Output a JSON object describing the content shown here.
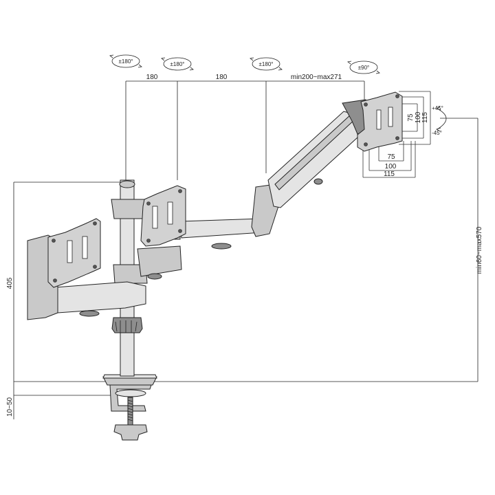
{
  "rotation_badges": [
    {
      "label": "±180°",
      "icon": "rotate-arrows-icon"
    },
    {
      "label": "±180°",
      "icon": "rotate-arrows-icon"
    },
    {
      "label": "±180°",
      "icon": "rotate-arrows-icon"
    },
    {
      "label": "±90°",
      "icon": "rotate-arrows-icon"
    }
  ],
  "top_dimensions": {
    "arm_segment_1": "180",
    "arm_segment_2": "180",
    "arm_extension": "min200~max271"
  },
  "vesa": {
    "inner_width": "75",
    "mid_width": "100",
    "outer_width": "115",
    "inner_height": "75",
    "mid_height": "100",
    "outer_height": "115",
    "tilt_up": "+45°",
    "tilt_down": "-45°"
  },
  "side_dimensions": {
    "pole_height": "405",
    "clamp_range": "10~50",
    "height_adjust": "min60~max570"
  }
}
